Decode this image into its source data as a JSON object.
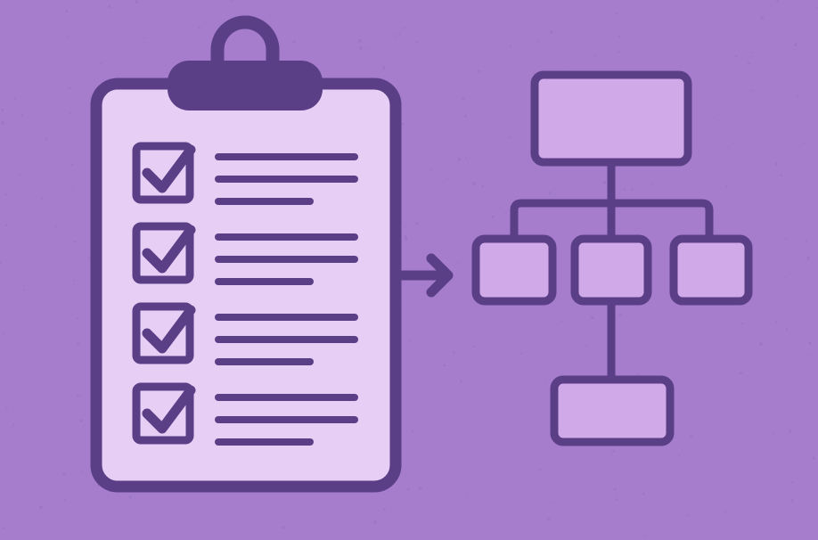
{
  "illustration": {
    "clipboard": {
      "icon": "clipboard-icon",
      "items": [
        {
          "checked": true,
          "icon": "checkmark-icon"
        },
        {
          "checked": true,
          "icon": "checkmark-icon"
        },
        {
          "checked": true,
          "icon": "checkmark-icon"
        },
        {
          "checked": true,
          "icon": "checkmark-icon"
        }
      ]
    },
    "arrow": {
      "icon": "arrow-right-icon"
    },
    "flowchart": {
      "icon": "hierarchy-diagram-icon",
      "nodes": [
        "root",
        "child-left",
        "child-center",
        "child-right",
        "leaf-bottom"
      ]
    }
  },
  "colors": {
    "background": "#a57dcc",
    "outline": "#5b3f86",
    "paper": "#e6cef5",
    "node_fill": "#d0a9e8",
    "speckle": "#9670bf"
  }
}
